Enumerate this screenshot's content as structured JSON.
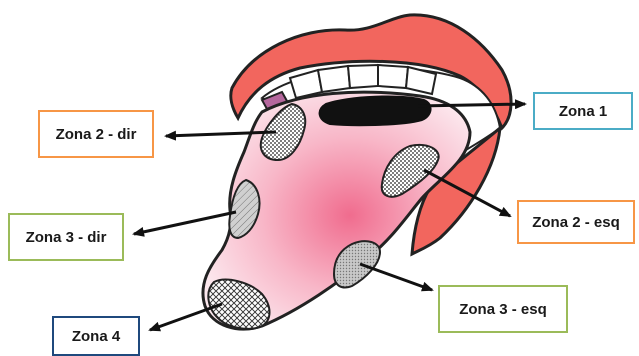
{
  "colors": {
    "lip": "#f2665e",
    "mouth": "#ffffff",
    "tongue_center": "#f06c8e",
    "tongue_edge": "#fce8ee",
    "uvula": "#b5679d",
    "zona1_border": "#4bacc6",
    "zona2_border": "#f79646",
    "zona3_border": "#9bbb59",
    "zona4_border": "#1f497d"
  },
  "labels": {
    "zona1": "Zona 1",
    "zona2_dir": "Zona 2 - dir",
    "zona2_esq": "Zona 2 - esq",
    "zona3_dir": "Zona 3 - dir",
    "zona3_esq": "Zona 3 - esq",
    "zona4": "Zona 4"
  }
}
